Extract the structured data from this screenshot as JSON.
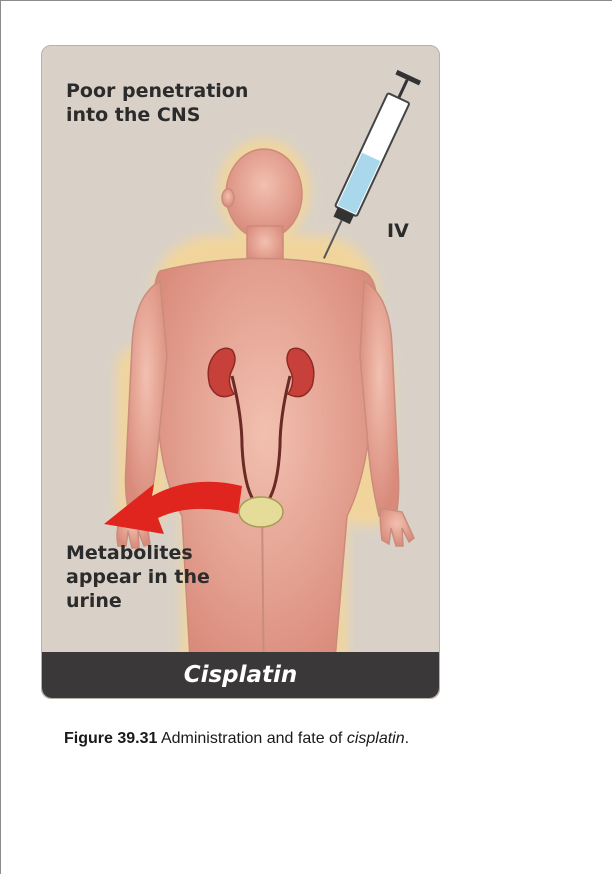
{
  "figure": {
    "label_cns": "Poor penetration into the CNS",
    "label_iv": "IV",
    "label_metabolites": "Metabolites appear in the urine",
    "title": "Cisplatin"
  },
  "caption": {
    "figure_number": "Figure 39.31",
    "text": " Administration and fate of ",
    "drug": "cisplatin",
    "end": "."
  },
  "colors": {
    "panel_bg": "#d9d1c8",
    "skin": "#e8a898",
    "halo": "#f3d59a",
    "kidney": "#c8403a",
    "arrow": "#e0241e",
    "title_bar": "#3a3838"
  },
  "icons": [
    "human-body-icon",
    "syringe-icon",
    "kidney-icon",
    "bladder-icon",
    "excretion-arrow-icon"
  ]
}
